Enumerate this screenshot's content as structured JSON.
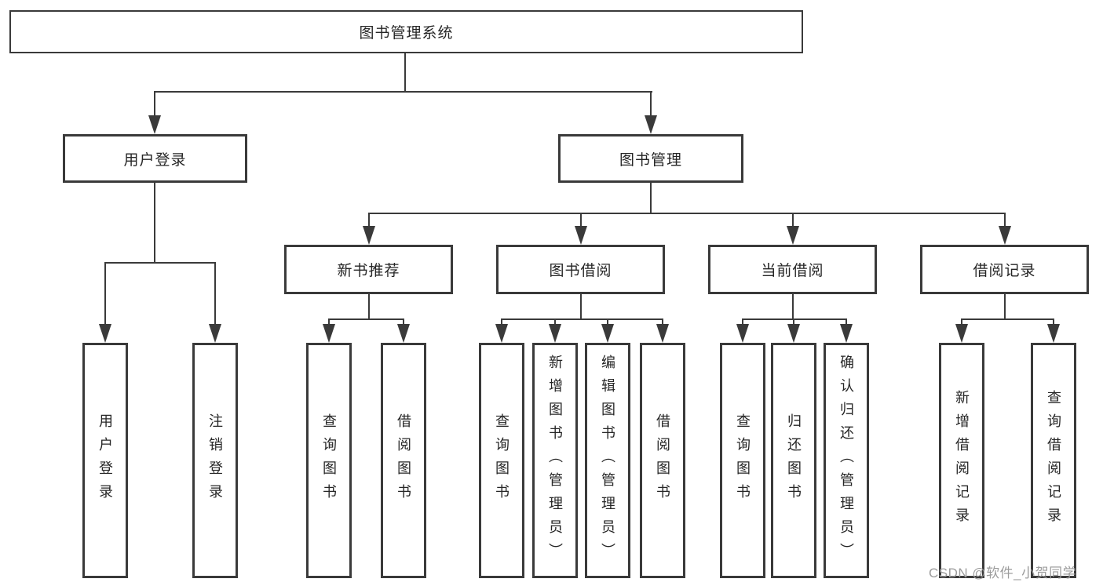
{
  "colors": {
    "line": "#3a3a3a",
    "box_border": "#3a3a3a",
    "box_fill": "#ffffff",
    "text": "#262626",
    "background": "#ffffff",
    "watermark_text": "#9c9c9c"
  },
  "diagram": {
    "type": "feature-tree",
    "tree": {
      "label": "图书管理系统",
      "children": [
        {
          "label": "用户登录",
          "children": [
            {
              "label": "用户登录"
            },
            {
              "label": "注销登录"
            }
          ]
        },
        {
          "label": "图书管理",
          "children": [
            {
              "label": "新书推荐",
              "children": [
                {
                  "label": "查询图书"
                },
                {
                  "label": "借阅图书"
                }
              ]
            },
            {
              "label": "图书借阅",
              "children": [
                {
                  "label": "查询图书"
                },
                {
                  "label": "新增图书（管理员）"
                },
                {
                  "label": "编辑图书（管理员）"
                },
                {
                  "label": "借阅图书"
                }
              ]
            },
            {
              "label": "当前借阅",
              "children": [
                {
                  "label": "查询图书"
                },
                {
                  "label": "归还图书"
                },
                {
                  "label": "确认归还（管理员）"
                }
              ]
            },
            {
              "label": "借阅记录",
              "children": [
                {
                  "label": "新增借阅记录"
                },
                {
                  "label": "查询借阅记录"
                }
              ]
            }
          ]
        }
      ]
    }
  },
  "watermark": {
    "text": "CSDN @软件_小贺同学"
  }
}
